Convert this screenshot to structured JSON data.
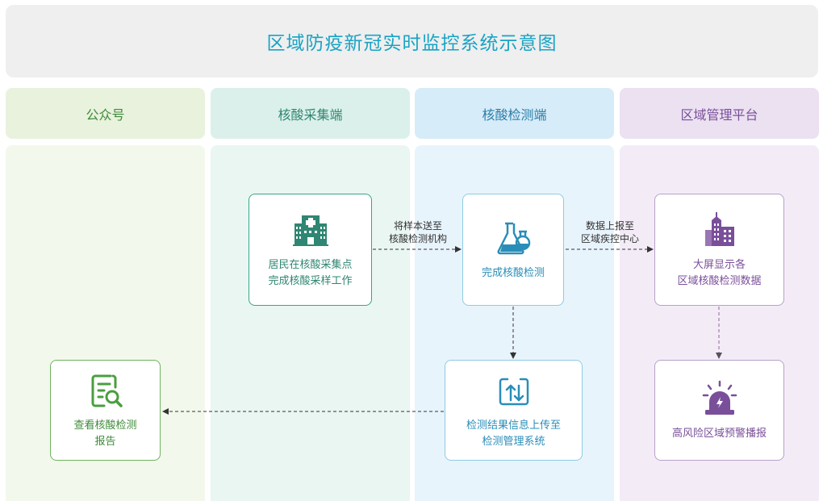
{
  "title": "区域防疫新冠实时监控系统示意图",
  "lanes": [
    {
      "name": "公众号"
    },
    {
      "name": "核酸采集端"
    },
    {
      "name": "核酸检测端"
    },
    {
      "name": "区域管理平台"
    }
  ],
  "nodes": {
    "sampling": {
      "label": "居民在核酸采集点\n完成核酸采样工作",
      "icon": "hospital-icon"
    },
    "testing": {
      "label": "完成核酸检测",
      "icon": "flask-icon"
    },
    "upload": {
      "label": "检测结果信息上传至\n检测管理系统",
      "icon": "upload-arrows-icon"
    },
    "report": {
      "label": "查看核酸检测\n报告",
      "icon": "document-search-icon"
    },
    "screen": {
      "label": "大屏显示各\n区域核酸检测数据",
      "icon": "city-buildings-icon"
    },
    "alert": {
      "label": "高风险区域预警播报",
      "icon": "siren-alarm-icon"
    }
  },
  "edges": {
    "sampling_to_testing": "将样本送至\n核酸检测机构",
    "testing_to_screen": "数据上报至\n区域疾控中心"
  },
  "colors": {
    "title": "#1aa3c4",
    "green": "#3f8a3a",
    "teal": "#2f8672",
    "blue": "#2a8db8",
    "purple": "#7a4f9a"
  }
}
